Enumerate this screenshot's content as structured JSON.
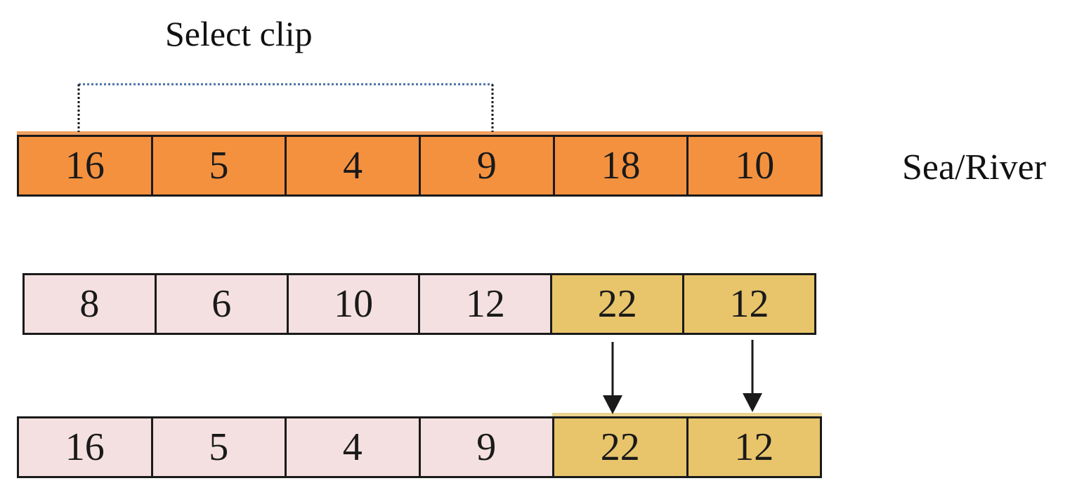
{
  "title": "Select clip",
  "side_label": "Sea/River",
  "colors": {
    "orange": "#f4913f",
    "pink": "#f4e0e0",
    "gold": "#e8c46b",
    "dotted_blue": "#4a6fa5",
    "accent_orange": "#f0a060",
    "accent_gold": "#ecd28f"
  },
  "rows": [
    {
      "cells": [
        {
          "value": "16",
          "fill": "orange"
        },
        {
          "value": "5",
          "fill": "orange"
        },
        {
          "value": "4",
          "fill": "orange"
        },
        {
          "value": "9",
          "fill": "orange"
        },
        {
          "value": "18",
          "fill": "orange"
        },
        {
          "value": "10",
          "fill": "orange"
        }
      ]
    },
    {
      "cells": [
        {
          "value": "8",
          "fill": "pink"
        },
        {
          "value": "6",
          "fill": "pink"
        },
        {
          "value": "10",
          "fill": "pink"
        },
        {
          "value": "12",
          "fill": "pink"
        },
        {
          "value": "22",
          "fill": "gold"
        },
        {
          "value": "12",
          "fill": "gold"
        }
      ]
    },
    {
      "cells": [
        {
          "value": "16",
          "fill": "pink"
        },
        {
          "value": "5",
          "fill": "pink"
        },
        {
          "value": "4",
          "fill": "pink"
        },
        {
          "value": "9",
          "fill": "pink"
        },
        {
          "value": "22",
          "fill": "gold"
        },
        {
          "value": "12",
          "fill": "gold"
        }
      ]
    }
  ]
}
